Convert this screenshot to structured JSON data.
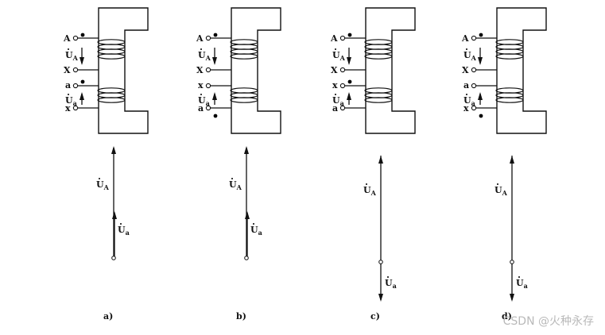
{
  "panels": [
    {
      "caption": "a)",
      "secondary_top": "a",
      "secondary_bottom": "x",
      "sec_dot": "top",
      "sec_arrow": "up",
      "vec_ua_dir": "up"
    },
    {
      "caption": "b)",
      "secondary_top": "x",
      "secondary_bottom": "a",
      "sec_dot": "bottom",
      "sec_arrow": "up",
      "vec_ua_dir": "up"
    },
    {
      "caption": "c)",
      "secondary_top": "x",
      "secondary_bottom": "a",
      "sec_dot": "top",
      "sec_arrow": "up",
      "vec_ua_dir": "down"
    },
    {
      "caption": "d)",
      "secondary_top": "a",
      "secondary_bottom": "x",
      "sec_dot": "bottom",
      "sec_arrow": "up",
      "vec_ua_dir": "down"
    }
  ],
  "labels": {
    "primary_top": "A",
    "primary_bottom": "X",
    "primary_voltage": "U",
    "primary_voltage_sub": "A",
    "secondary_voltage": "U",
    "secondary_voltage_sub": "a"
  },
  "watermark": "CSDN @火种永存"
}
